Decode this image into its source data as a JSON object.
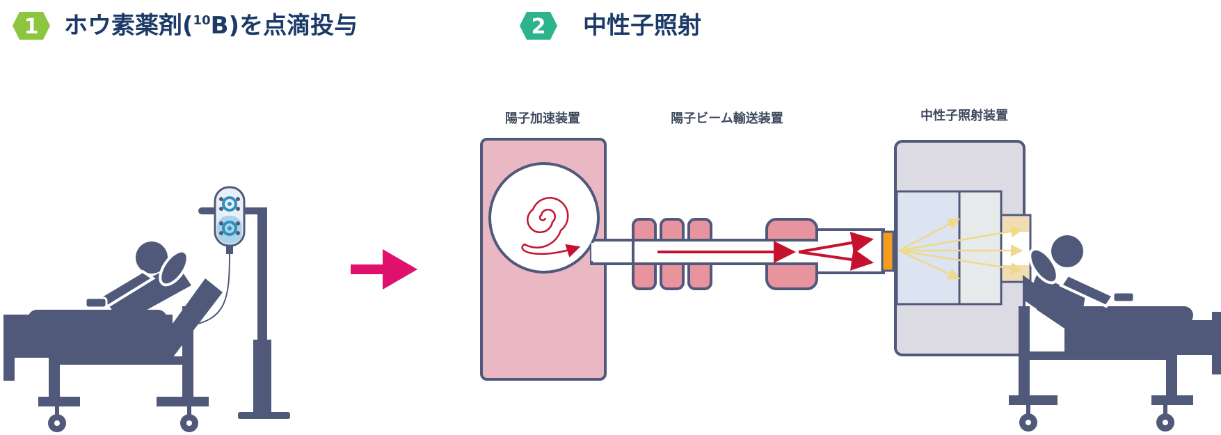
{
  "steps": [
    {
      "number": "1",
      "title": "ホウ素薬剤(",
      "sup": "10",
      "title_after": "B)を点滴投与",
      "color": "#8cc63f"
    },
    {
      "number": "2",
      "title": "中性子照射",
      "color": "#2db48c"
    }
  ],
  "labels": {
    "accelerator": "陽子加速装置",
    "transport": "陽子ビーム輸送装置",
    "irradiation": "中性子照射装置"
  },
  "colors": {
    "body": "#50597a",
    "accelerator_fill": "#eab8c3",
    "magnet_fill": "#e8949f",
    "beam_red": "#c4122f",
    "flow_arrow": "#e0116c",
    "neutron_yellow": "#efd98a",
    "target_orange": "#f39c1d",
    "irradiation_fill": "#dcdae3"
  },
  "icons": [
    "patient-left-icon",
    "iv-drip-icon",
    "boron-molecule-icon",
    "arrow-right-icon",
    "patient-right-icon"
  ]
}
